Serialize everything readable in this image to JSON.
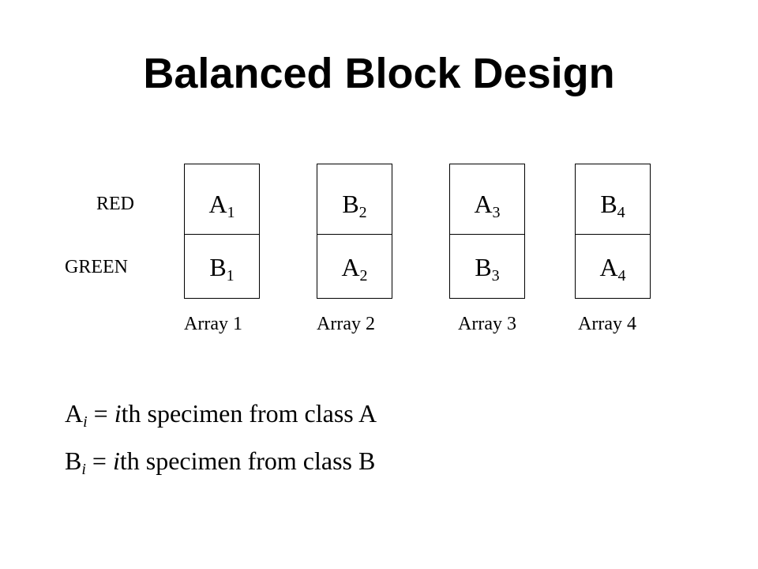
{
  "title": "Balanced Block Design",
  "row_labels": {
    "red": "RED",
    "green": "GREEN"
  },
  "arrays": [
    {
      "caption": "Array 1",
      "top": {
        "letter": "A",
        "sub": "1"
      },
      "bottom": {
        "letter": "B",
        "sub": "1"
      }
    },
    {
      "caption": "Array 2",
      "top": {
        "letter": "B",
        "sub": "2"
      },
      "bottom": {
        "letter": "A",
        "sub": "2"
      }
    },
    {
      "caption": "Array 3",
      "top": {
        "letter": "A",
        "sub": "3"
      },
      "bottom": {
        "letter": "B",
        "sub": "3"
      }
    },
    {
      "caption": "Array 4",
      "top": {
        "letter": "B",
        "sub": "4"
      },
      "bottom": {
        "letter": "A",
        "sub": "4"
      }
    }
  ],
  "legend": [
    {
      "letter": "A",
      "sub": "i",
      "eq": "=",
      "ith": "i",
      "rest": "th specimen from class A"
    },
    {
      "letter": "B",
      "sub": "i",
      "eq": "=",
      "ith": "i",
      "rest": "th specimen from class B"
    }
  ]
}
